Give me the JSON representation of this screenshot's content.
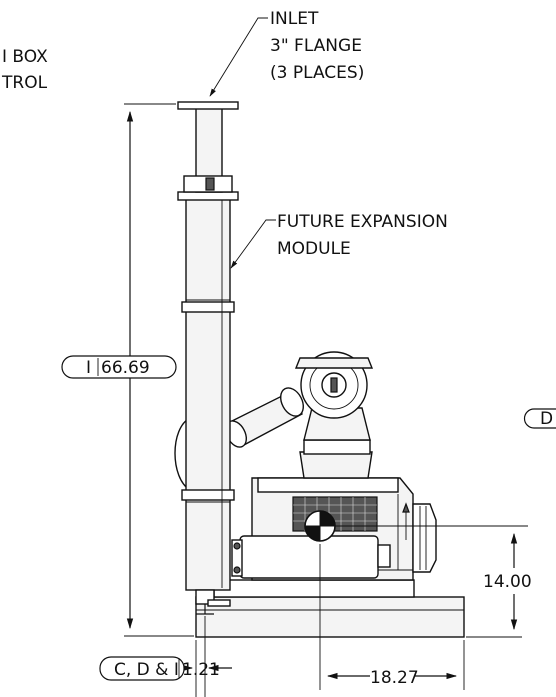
{
  "callouts": {
    "inlet_line1": "INLET",
    "inlet_line2": "3\" FLANGE",
    "inlet_line3": "(3 PLACES)",
    "expansion_line1": "FUTURE EXPANSION",
    "expansion_line2": "MODULE",
    "cutoff_line1": "I BOX",
    "cutoff_line2": "TROL"
  },
  "dimensions": {
    "overall_height": {
      "tag": "I",
      "value": "66.69"
    },
    "flange_offset": {
      "tag": "C, D & I",
      "value": "1.21"
    },
    "cg_height": {
      "value": "14.00"
    },
    "cg_horizontal": {
      "value": "18.27"
    },
    "right_cut_tag": "D"
  }
}
